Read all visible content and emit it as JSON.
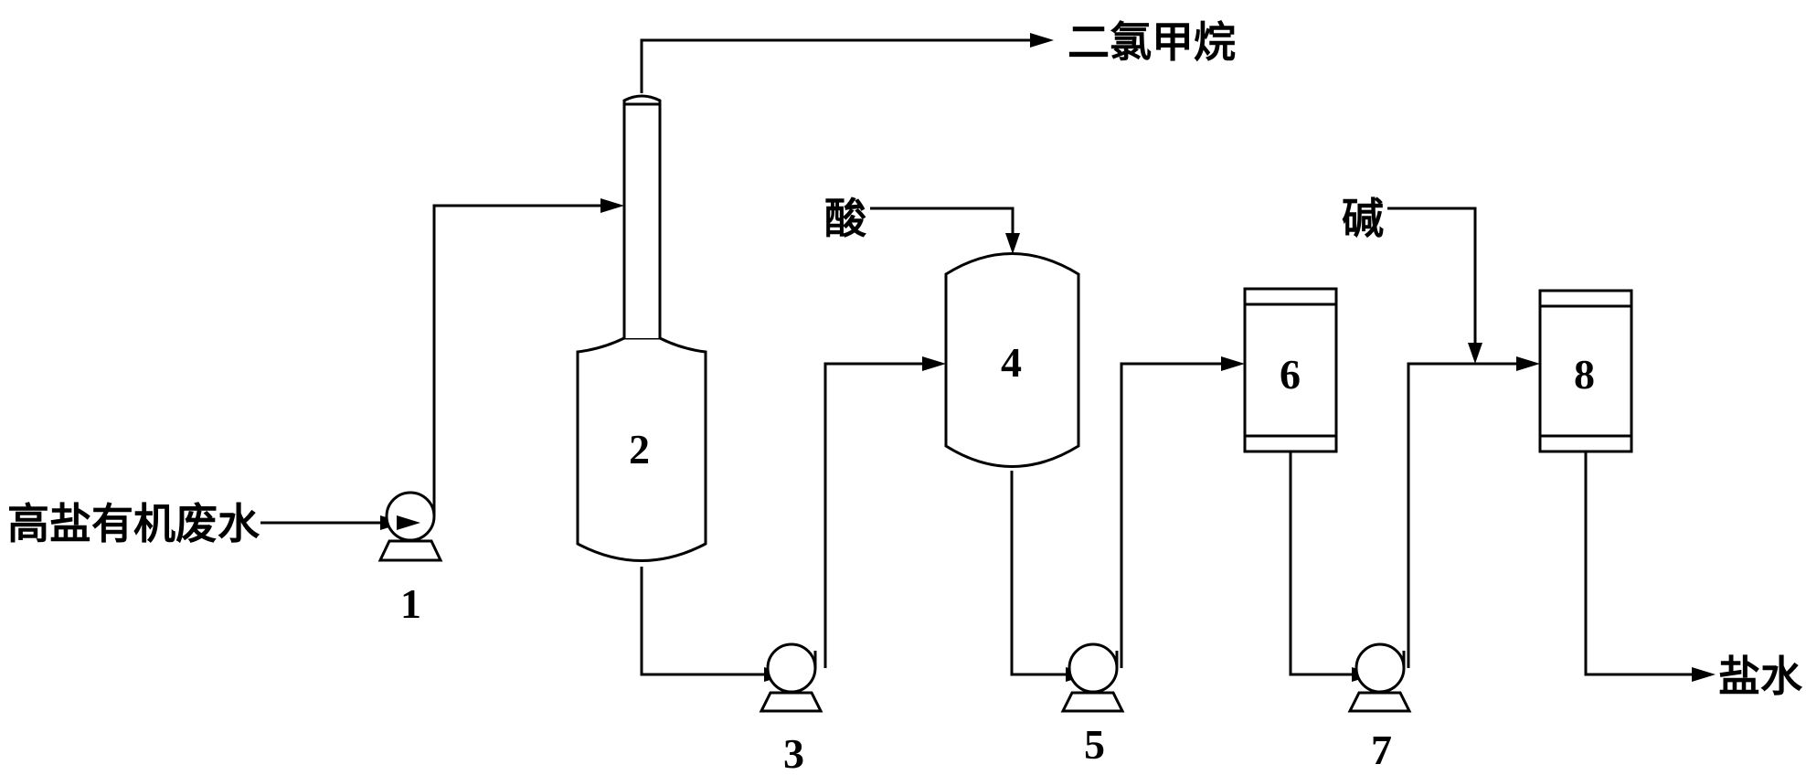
{
  "labels": {
    "feed": "高盐有机废水",
    "overhead": "二氯甲烷",
    "acid": "酸",
    "base": "碱",
    "brine": "盐水"
  },
  "equipment": {
    "pump1": "1",
    "column2": "2",
    "pump3": "3",
    "reactor4": "4",
    "pump5": "5",
    "column6": "6",
    "pump7": "7",
    "column8": "8"
  }
}
